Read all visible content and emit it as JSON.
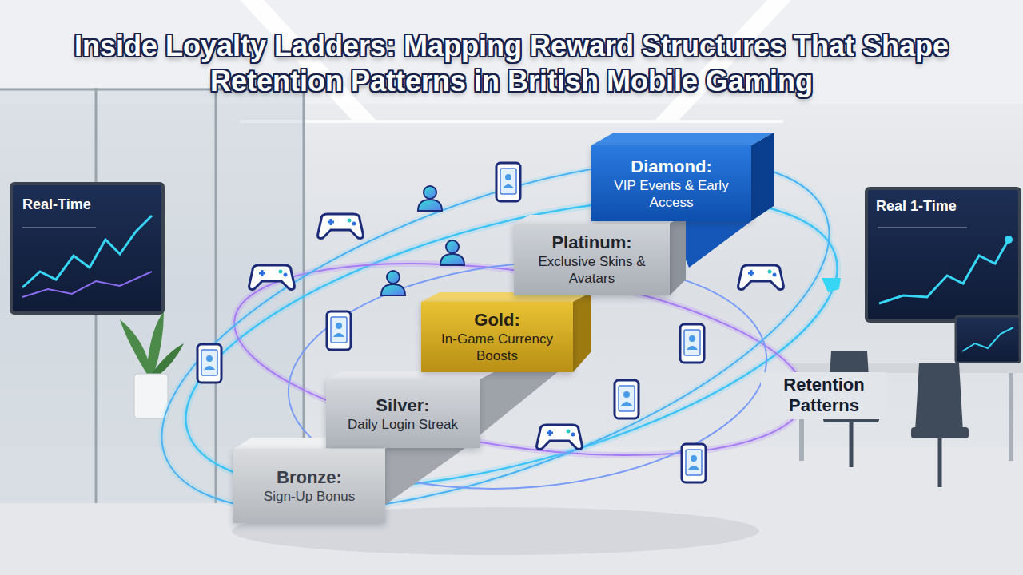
{
  "diagram": {
    "title": "Inside Loyalty Ladders: Mapping Reward Structures That Shape Retention Patterns in British Mobile Gaming",
    "nodes": [
      {
        "text": [
          "Diamond:",
          "VIP Events & Early Access"
        ]
      },
      {
        "text": [
          "Platinum:",
          "Exclusive Skins & Avatars"
        ]
      },
      {
        "text": [
          "Gold:",
          "In-Game Currency Boosts"
        ]
      },
      {
        "text": [
          "Silver:",
          "Daily Login Streak"
        ]
      },
      {
        "text": [
          "Bronze:",
          "Sign-Up Bonus"
        ]
      }
    ],
    "labels": [
      "Real-Time",
      "Real 1-Time",
      "Retention Patterns"
    ]
  }
}
